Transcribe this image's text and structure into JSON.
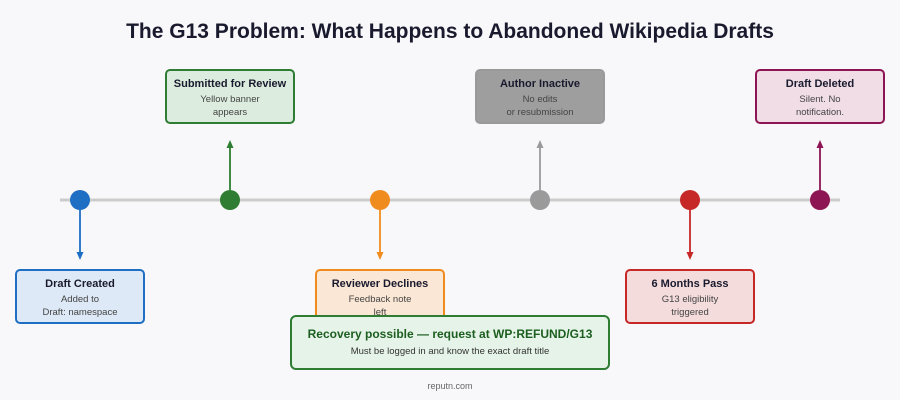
{
  "title": "The G13 Problem: What Happens to Abandoned Wikipedia Drafts",
  "stages": [
    {
      "title": "Draft Created",
      "desc": [
        "Added to",
        "Draft: namespace"
      ],
      "color": "#1e6fc4",
      "fill": "#dde9f6"
    },
    {
      "title": "Submitted for Review",
      "desc": [
        "Yellow banner",
        "appears"
      ],
      "color": "#2e7d32",
      "fill": "#dcecde"
    },
    {
      "title": "Reviewer Declines",
      "desc": [
        "Feedback note",
        "left"
      ],
      "color": "#f08c1e",
      "fill": "#fbe7d5"
    },
    {
      "title": "Author Inactive",
      "desc": [
        "No edits",
        "or resubmission"
      ],
      "color": "#9a9a9a",
      "fill": "#9e9e9e"
    },
    {
      "title": "6 Months Pass",
      "desc": [
        "G13 eligibility",
        "triggered"
      ],
      "color": "#c62828",
      "fill": "#f4dcdc"
    },
    {
      "title": "Draft Deleted",
      "desc": [
        "Silent. No",
        "notification."
      ],
      "color": "#8e1553",
      "fill": "#f0dde6"
    }
  ],
  "recovery": {
    "title": "Recovery possible — request at WP:REFUND/G13",
    "desc": "Must be logged in and know the exact draft title"
  },
  "footer": "reputn.com"
}
